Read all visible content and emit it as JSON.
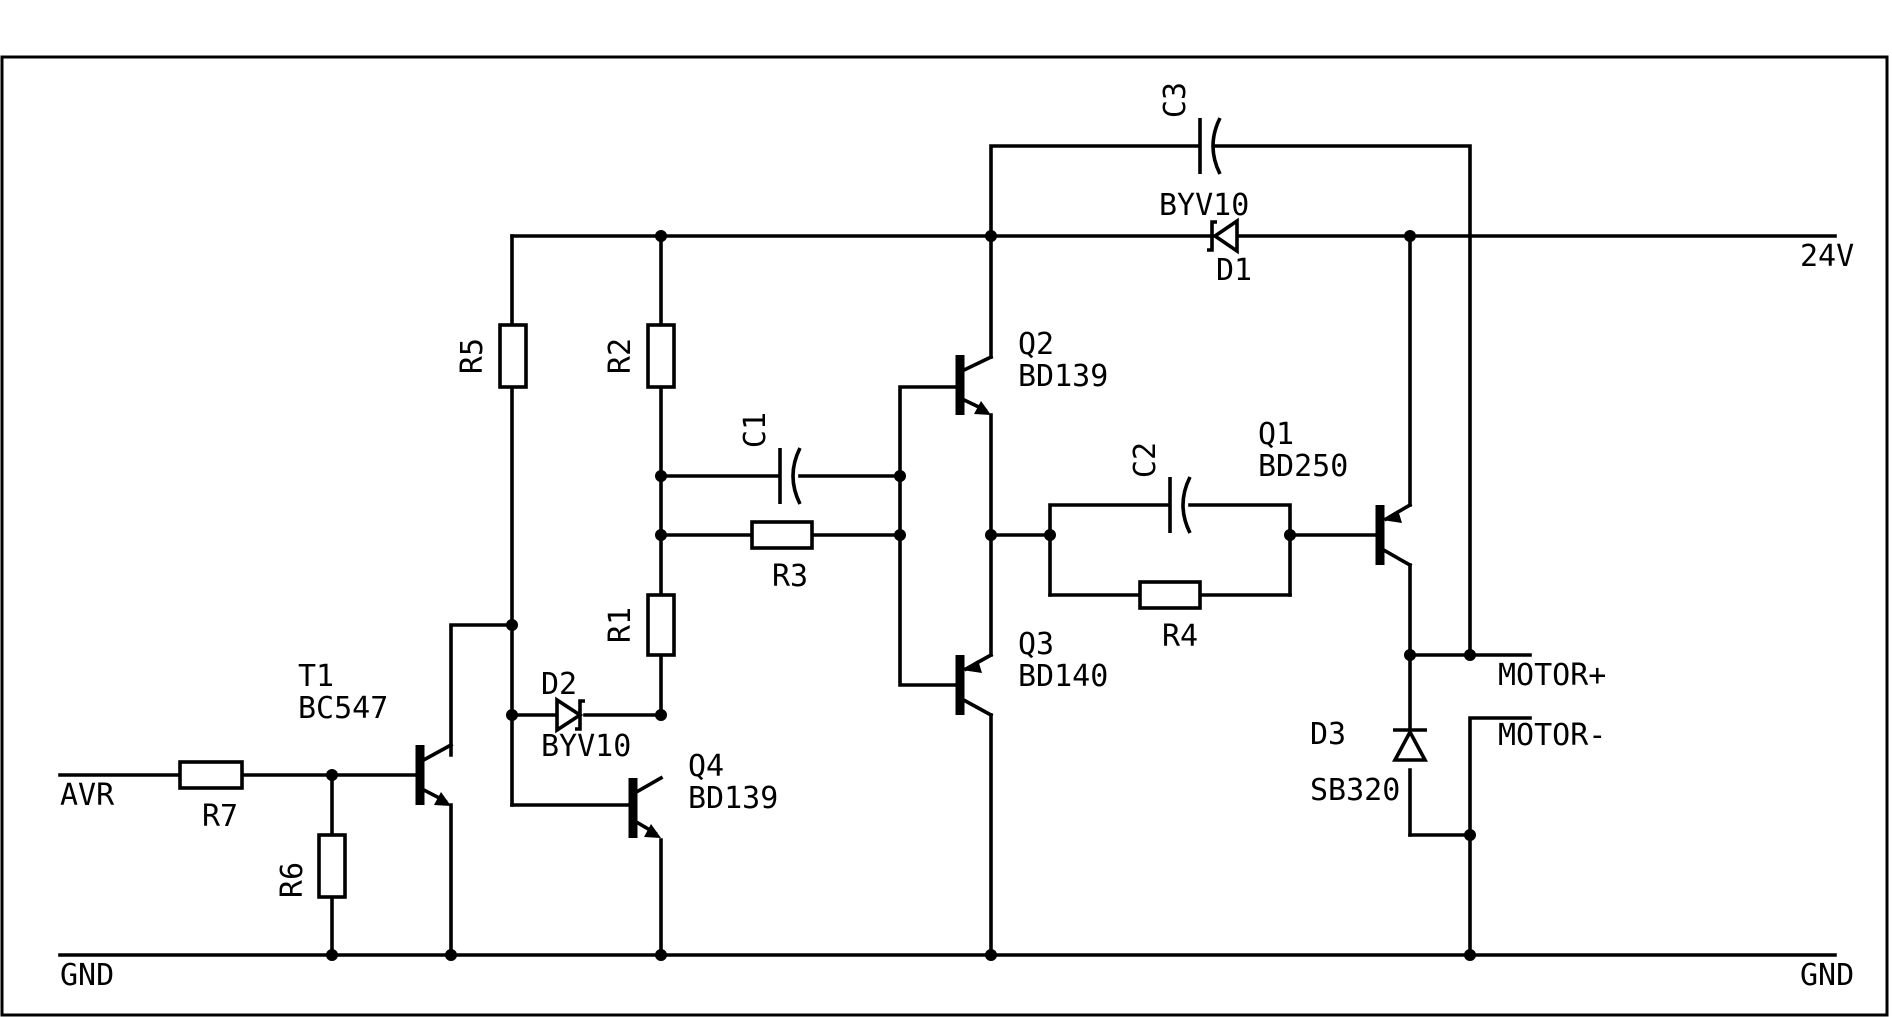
{
  "nets": {
    "supply": "24V",
    "ground_left": "GND",
    "ground_right": "GND",
    "input": "AVR",
    "motor_plus": "MOTOR+",
    "motor_minus": "MOTOR-"
  },
  "components": {
    "R1": {
      "ref": "R1"
    },
    "R2": {
      "ref": "R2"
    },
    "R3": {
      "ref": "R3"
    },
    "R4": {
      "ref": "R4"
    },
    "R5": {
      "ref": "R5"
    },
    "R6": {
      "ref": "R6"
    },
    "R7": {
      "ref": "R7"
    },
    "C1": {
      "ref": "C1"
    },
    "C2": {
      "ref": "C2"
    },
    "C3": {
      "ref": "C3"
    },
    "D1": {
      "ref": "D1",
      "value": "BYV10"
    },
    "D2": {
      "ref": "D2",
      "value": "BYV10"
    },
    "D3": {
      "ref": "D3",
      "value": "SB320"
    },
    "T1": {
      "ref": "T1",
      "value": "BC547"
    },
    "Q1": {
      "ref": "Q1",
      "value": "BD250"
    },
    "Q2": {
      "ref": "Q2",
      "value": "BD139"
    },
    "Q3": {
      "ref": "Q3",
      "value": "BD140"
    },
    "Q4": {
      "ref": "Q4",
      "value": "BD139"
    }
  }
}
